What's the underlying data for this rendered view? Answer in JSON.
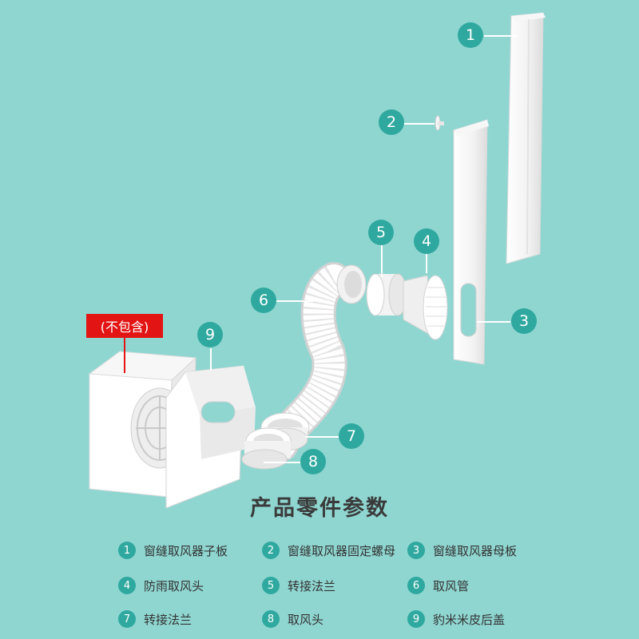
{
  "note_label": "(不包含)",
  "title": "产品零件参数",
  "callouts": [
    "1",
    "2",
    "3",
    "4",
    "5",
    "6",
    "7",
    "8",
    "9"
  ],
  "parts": [
    {
      "num": "1",
      "name": "窗缝取风器子板"
    },
    {
      "num": "2",
      "name": "窗缝取风器固定螺母"
    },
    {
      "num": "3",
      "name": "窗缝取风器母板"
    },
    {
      "num": "4",
      "name": "防雨取风头"
    },
    {
      "num": "5",
      "name": "转接法兰"
    },
    {
      "num": "6",
      "name": "取风管"
    },
    {
      "num": "7",
      "name": "转接法兰"
    },
    {
      "num": "8",
      "name": "取风头"
    },
    {
      "num": "9",
      "name": "豹米米皮后盖"
    }
  ],
  "colors": {
    "background": "#8fd6d1",
    "accent": "#2fa99f",
    "note": "#e31414",
    "part": "#ffffff"
  }
}
